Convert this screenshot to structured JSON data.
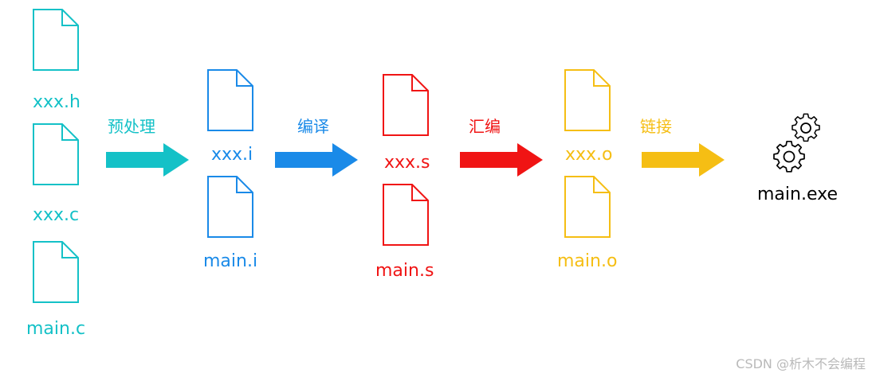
{
  "colors": {
    "teal": "#14c1c7",
    "blue": "#1a8ae8",
    "red": "#f01414",
    "yellow": "#f5be14",
    "black": "#000000",
    "watermark": "#b9b9b9"
  },
  "columns": {
    "source": {
      "files": [
        "xxx.h",
        "xxx.c",
        "main.c"
      ]
    },
    "preprocessed": {
      "files": [
        "xxx.i",
        "main.i"
      ]
    },
    "assembly": {
      "files": [
        "xxx.s",
        "main.s"
      ]
    },
    "object": {
      "files": [
        "xxx.o",
        "main.o"
      ]
    },
    "executable": {
      "name": "main.exe",
      "icon": "gears-icon"
    }
  },
  "steps": {
    "preprocess": "预处理",
    "compile": "编译",
    "assemble": "汇编",
    "link": "链接"
  },
  "watermark": "CSDN @析木不会编程"
}
